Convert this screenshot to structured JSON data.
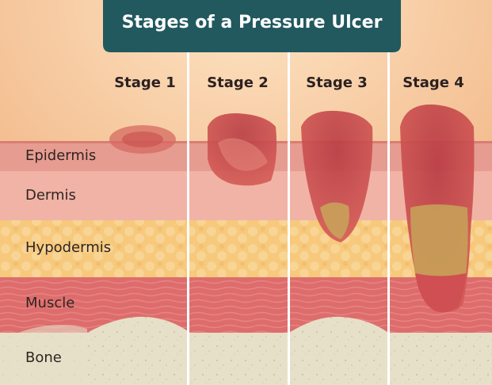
{
  "title": "Stages of a Pressure Ulcer",
  "stages": [
    "Stage 1",
    "Stage 2",
    "Stage 3",
    "Stage 4"
  ],
  "layers": [
    "Epidermis",
    "Dermis",
    "Hypodermis",
    "Muscle",
    "Bone"
  ],
  "colors": {
    "background_skin": "#f2b98c",
    "epidermis": "#e6998f",
    "dermis": "#f0b2a6",
    "hypodermis": "#f5c77a",
    "muscle": "#df6f6f",
    "bone": "#e7e0c9",
    "ulcer": "#c84a4a",
    "title_bg": "#21595f",
    "divider": "#ffffff"
  }
}
